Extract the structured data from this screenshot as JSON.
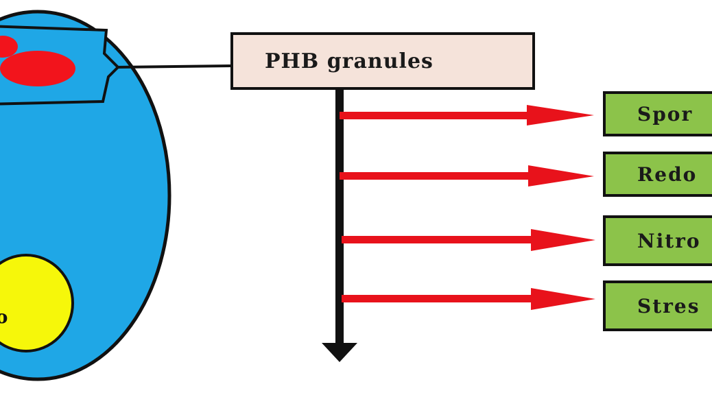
{
  "diagram": {
    "phb_label": "PHB granules",
    "functions": [
      {
        "label": "Spor"
      },
      {
        "label": "Redo"
      },
      {
        "label": "Nitro"
      },
      {
        "label": "Stres"
      }
    ],
    "cell_partial_label": "o"
  },
  "colors": {
    "cell_fill": "#1fa7e6",
    "granule_fill": "#f2141c",
    "nucleoid_fill": "#f6f70a",
    "phb_box_fill": "#f5e3da",
    "function_box_fill": "#8cc34a",
    "arrow_red": "#e8121b",
    "line_black": "#111111"
  }
}
